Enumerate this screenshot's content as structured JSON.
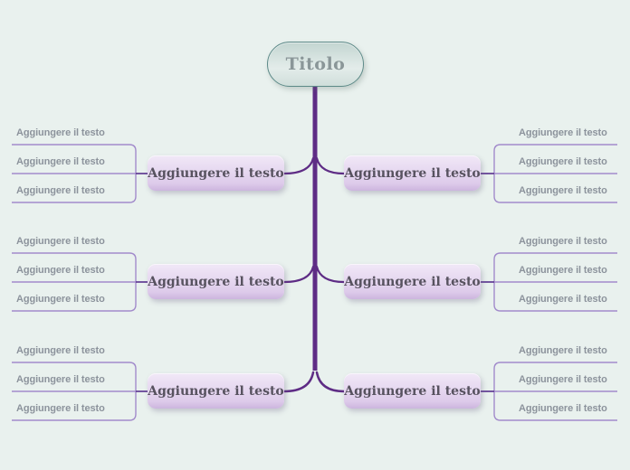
{
  "title": {
    "label": "Titolo"
  },
  "branches": [
    {
      "side": "left",
      "row": 1,
      "label": "Aggiungere il testo",
      "children": [
        "Aggiungere il testo",
        "Aggiungere il testo",
        "Aggiungere il testo"
      ]
    },
    {
      "side": "right",
      "row": 1,
      "label": "Aggiungere il testo",
      "children": [
        "Aggiungere il testo",
        "Aggiungere il testo",
        "Aggiungere il testo"
      ]
    },
    {
      "side": "left",
      "row": 2,
      "label": "Aggiungere il testo",
      "children": [
        "Aggiungere il testo",
        "Aggiungere il testo",
        "Aggiungere il testo"
      ]
    },
    {
      "side": "right",
      "row": 2,
      "label": "Aggiungere il testo",
      "children": [
        "Aggiungere il testo",
        "Aggiungere il testo",
        "Aggiungere il testo"
      ]
    },
    {
      "side": "left",
      "row": 3,
      "label": "Aggiungere il testo",
      "children": [
        "Aggiungere il testo",
        "Aggiungere il testo",
        "Aggiungere il testo"
      ]
    },
    {
      "side": "right",
      "row": 3,
      "label": "Aggiungere il testo",
      "children": [
        "Aggiungere il testo",
        "Aggiungere il testo",
        "Aggiungere il testo"
      ]
    }
  ],
  "colors": {
    "background": "#e9f1ee",
    "trunk_purple": "#5e2c85",
    "branch_line_purple": "#a28bcb",
    "node_fill_lavender": "#e4d5ee",
    "node_text": "#57525f",
    "title_fill": "#d5e2df",
    "title_border": "#5d8a88",
    "title_text": "#8a9698",
    "child_label_text": "#8c939c"
  }
}
